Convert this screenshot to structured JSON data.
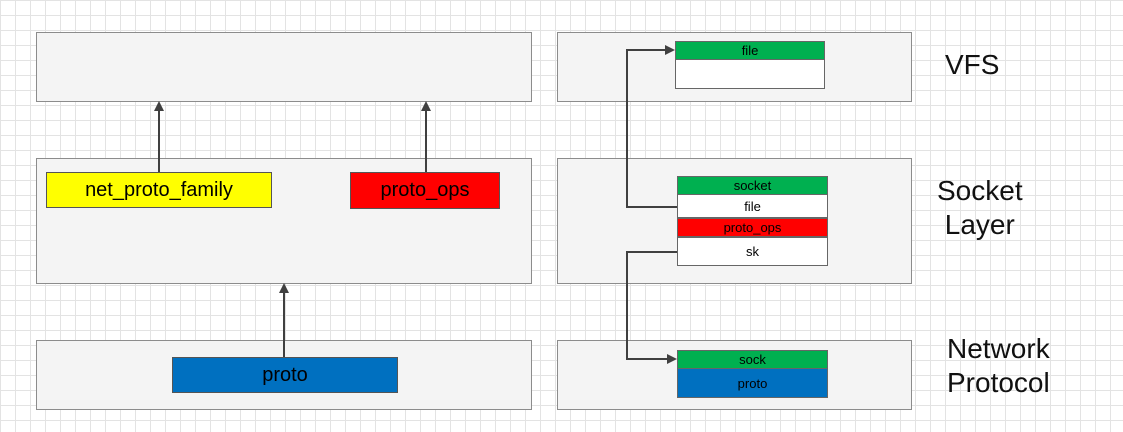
{
  "left_panel": {
    "net_proto_family_label": "net_proto_family",
    "proto_ops_label": "proto_ops",
    "proto_label": "proto"
  },
  "right_panel": {
    "file_struct": {
      "header": "file"
    },
    "socket_struct": {
      "header": "socket",
      "fields": [
        "file",
        "proto_ops",
        "sk"
      ]
    },
    "sock_struct": {
      "header": "sock",
      "fields": [
        "proto"
      ]
    }
  },
  "layer_labels": {
    "vfs": [
      "VFS"
    ],
    "socket_layer": [
      "Socket",
      "Layer"
    ],
    "network_protocol": [
      "Network",
      "Protocol"
    ]
  },
  "colors": {
    "yellow": "#ffff00",
    "red": "#ff0000",
    "blue": "#0070c0",
    "green": "#00b050",
    "box_fill": "#f4f4f4",
    "arrow": "#404040"
  }
}
